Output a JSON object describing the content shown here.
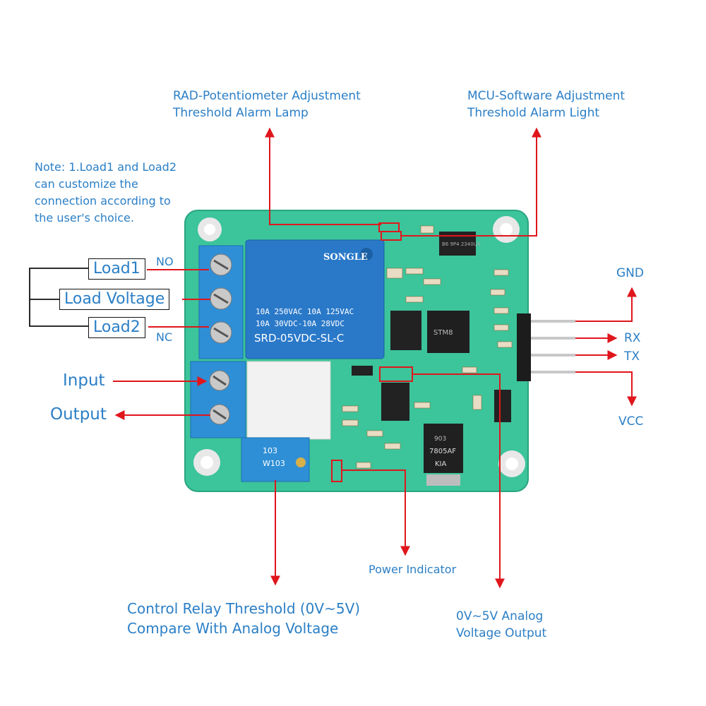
{
  "labels": {
    "rad": [
      "RAD-Potentiometer Adjustment",
      "Threshold Alarm Lamp"
    ],
    "mcu": [
      "MCU-Software Adjustment",
      "Threshold Alarm Light"
    ],
    "note": [
      "Note: 1.Load1 and Load2",
      "can customize the",
      "connection  according to",
      "the user's choice."
    ],
    "load1": "Load1",
    "load_voltage": "Load Voltage",
    "load2": "Load2",
    "no": "NO",
    "nc": "NC",
    "input": "Input",
    "output": "Output",
    "gnd": "GND",
    "rx": "RX",
    "tx": "TX",
    "vcc": "VCC",
    "power_indicator": "Power Indicator",
    "threshold": [
      "Control Relay Threshold (0V~5V)",
      "Compare With Analog Voltage"
    ],
    "analog_out": [
      "0V~5V Analog",
      "Voltage Output"
    ]
  },
  "board": {
    "relay": {
      "brand": "SONGLE",
      "rating1": "10A 250VAC  10A 125VAC",
      "rating2": "10A  30VDC-10A  28VDC",
      "model": "SRD-05VDC-SL-C"
    },
    "regulator": {
      "line1": "903",
      "line2": "7805AF",
      "line3": "KIA"
    },
    "potentiometer": {
      "line1": "103",
      "line2": "W103"
    },
    "main_chip": "STM8",
    "top_chip": "B6 9P4 2340UA"
  },
  "colors": {
    "label_blue": "#2b7fc6",
    "arrow_red": "#e0161d",
    "pcb_green": "#3cc49a",
    "terminal_blue": "#2f8fd6",
    "relay_blue": "#2a79c9"
  }
}
